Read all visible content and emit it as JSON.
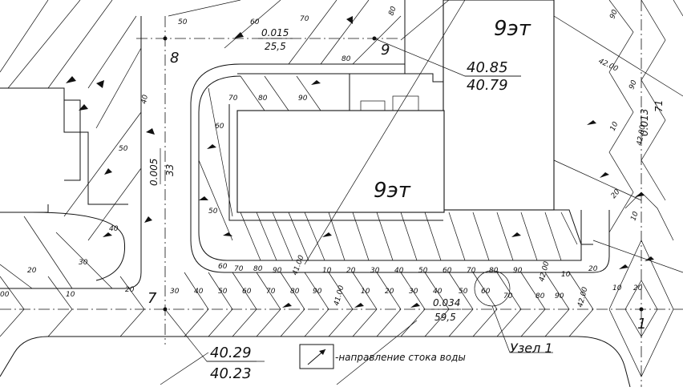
{
  "labels": {
    "floors_top": "9эт",
    "floors_main": "9эт",
    "node_8": "8",
    "node_9": "9",
    "node_7": "7",
    "node_1": "1",
    "slope_8_9": "0.015",
    "dist_8_9": "25,5",
    "slope_7_8": "0.005",
    "dist_7_8": "33",
    "slope_7_1": "0.034",
    "dist_7_1": "59,5",
    "elev_9_design": "40.85",
    "elev_9_exist": "40.79",
    "elev_7_design": "40.29",
    "elev_7_exist": "40.23",
    "right_vert_slope": "0.013",
    "right_vert_dist": "71",
    "legend_text": "-направление стока воды",
    "node_callout": "Узел 1"
  },
  "contours": {
    "top_row": [
      "50",
      "60",
      "70",
      "80",
      "80"
    ],
    "court_row1": [
      "70",
      "80",
      "90"
    ],
    "left_inner": [
      "40",
      "60",
      "50",
      "50",
      "40",
      "30",
      "20",
      "20",
      "10",
      "00"
    ],
    "bottom_row1": [
      "60",
      "70",
      "80",
      "90",
      "41.00",
      "10",
      "20",
      "30",
      "40",
      "50",
      "60",
      "70",
      "80",
      "90",
      "42.00",
      "10",
      "20"
    ],
    "bottom_row2": [
      "30",
      "40",
      "50",
      "60",
      "70",
      "80",
      "90",
      "41.00",
      "10",
      "20",
      "30",
      "40",
      "50",
      "60",
      "70",
      "80",
      "90",
      "42.00"
    ],
    "right_side": [
      "90",
      "42.00",
      "90",
      "42.00",
      "10",
      "20",
      "10",
      "20",
      "10"
    ]
  }
}
